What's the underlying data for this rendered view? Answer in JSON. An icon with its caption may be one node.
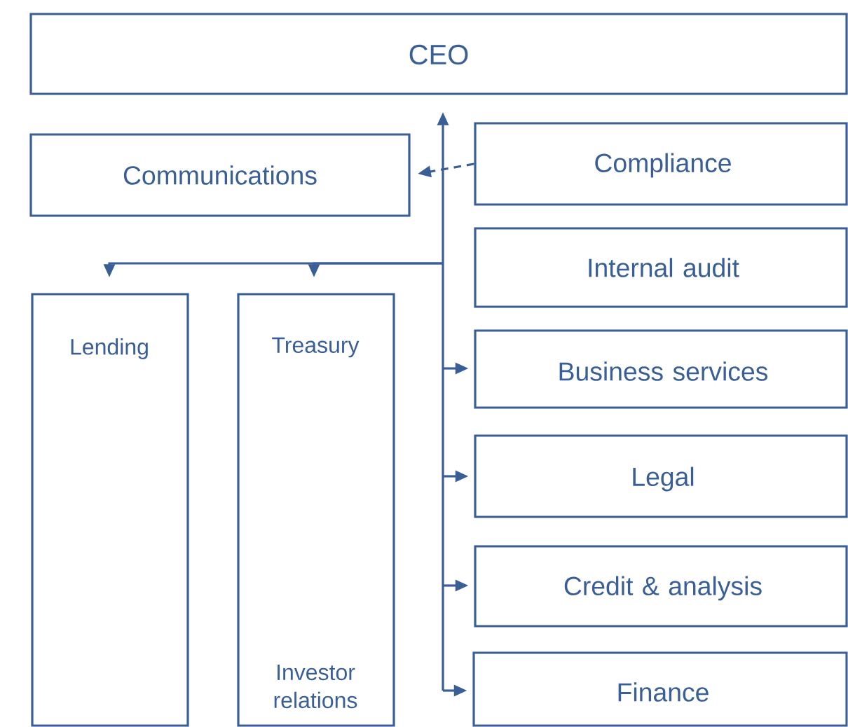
{
  "diagram": {
    "nodes": [
      {
        "text": [
          "CEO"
        ]
      },
      {
        "text": [
          "Communications"
        ]
      },
      {
        "text": [
          "Compliance"
        ]
      },
      {
        "text": [
          "Internal audit"
        ]
      },
      {
        "text": [
          "Lending"
        ]
      },
      {
        "text": [
          "Treasury",
          "Investor relations"
        ]
      },
      {
        "text": [
          "Business services"
        ]
      },
      {
        "text": [
          "Legal"
        ]
      },
      {
        "text": [
          "Credit & analysis"
        ]
      },
      {
        "text": [
          "Finance"
        ]
      }
    ],
    "edges": [
      {
        "from": null,
        "to": 0,
        "arrow": "to"
      },
      {
        "from": 2,
        "to": 1,
        "arrow": "to",
        "style": "dashed"
      },
      {
        "from": null,
        "to": 4,
        "arrow": "to"
      },
      {
        "from": null,
        "to": 5,
        "arrow": "to"
      },
      {
        "from": null,
        "to": 6,
        "arrow": "to"
      },
      {
        "from": null,
        "to": 7,
        "arrow": "to"
      },
      {
        "from": null,
        "to": 8,
        "arrow": "to"
      },
      {
        "from": null,
        "to": 9,
        "arrow": "to"
      }
    ]
  }
}
